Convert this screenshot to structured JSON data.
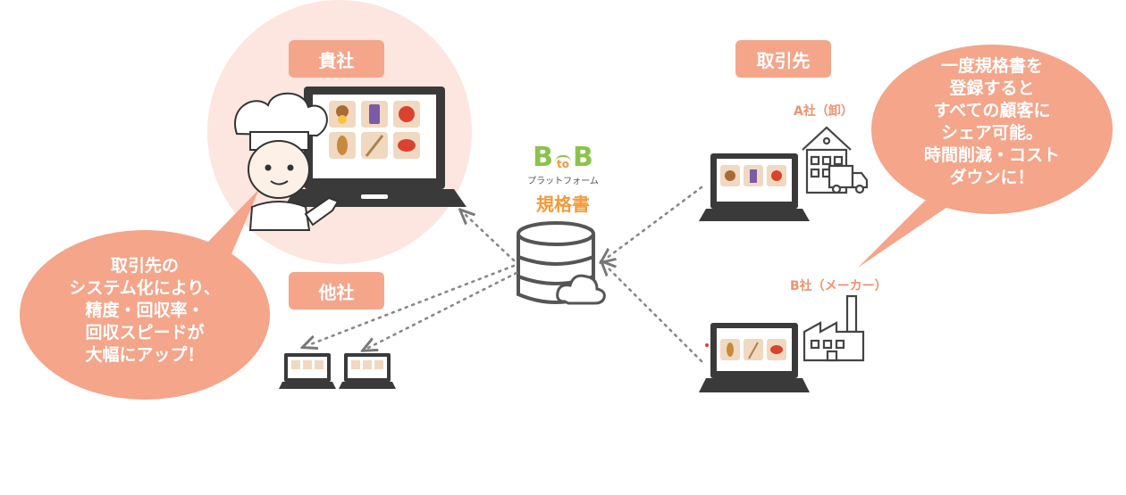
{
  "labels": {
    "our_company": "貴社",
    "other_company": "他社",
    "partners": "取引先",
    "company_a": "A社（卸）",
    "company_b": "B社（メーカー）"
  },
  "platform": {
    "logo_b1": "B",
    "logo_to": "to",
    "logo_b2": "B",
    "logo_sub": "プラットフォーム",
    "title": "規格書"
  },
  "bubble_left": {
    "lines": [
      "取引先の",
      "システム化により、",
      "精度・回収率・",
      "回収スピードが",
      "大幅にアップ！"
    ]
  },
  "bubble_right": {
    "lines": [
      "一度規格書を",
      "登録すると",
      "すべての顧客に",
      "シェア可能。",
      "時間削減・コスト",
      "ダウンに！"
    ]
  },
  "colors": {
    "accent": "#f4a58a",
    "accent_text": "#ef9270",
    "circle_bg": "#fde6df",
    "logo_green": "#8bc34a",
    "logo_orange": "#f39a3c",
    "device_dark": "#3a3a3a"
  },
  "icons": [
    "chef-icon",
    "laptop-icon",
    "database-icon",
    "cloud-icon",
    "warehouse-icon",
    "truck-icon",
    "factory-icon",
    "food-icon"
  ]
}
